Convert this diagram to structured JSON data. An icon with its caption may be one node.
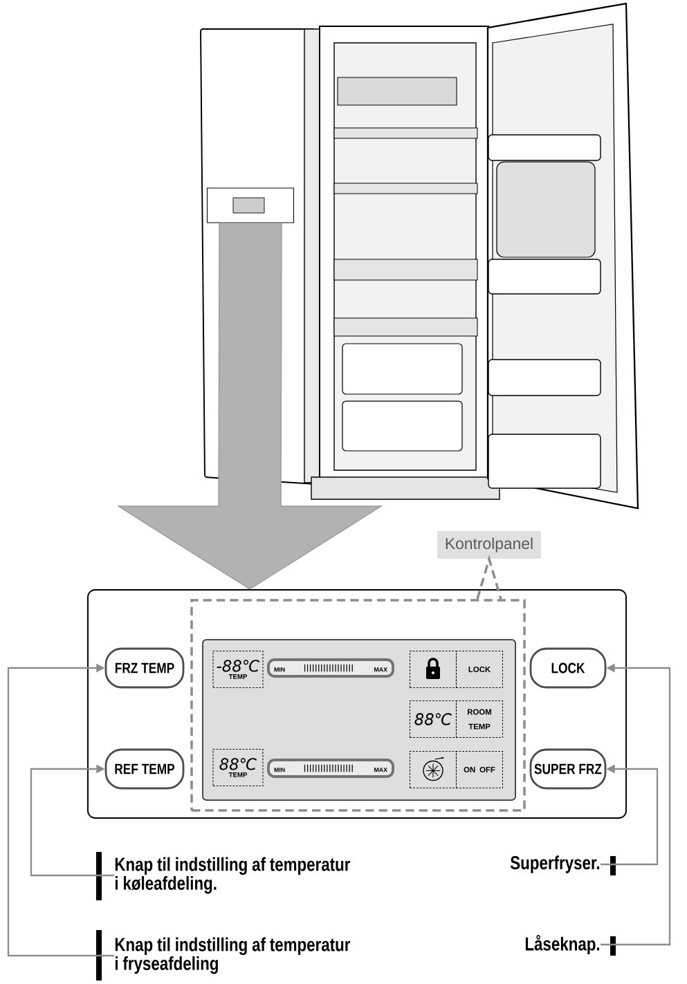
{
  "diagram": {
    "nodes": [
      {
        "text": [],
        "shape": "picture"
      },
      {
        "text": [],
        "shape": "box",
        "in": 0
      },
      {
        "text": [
          "Kontrolpanel"
        ]
      },
      {
        "text": [],
        "shape": "box"
      },
      {
        "text": [],
        "shape": "box",
        "in": 3
      },
      {
        "text": [],
        "shape": "box",
        "in": 4
      },
      {
        "text": [
          "-88℃",
          "TEMP"
        ],
        "in": 5
      },
      {
        "text": [
          "MIN",
          "MAX"
        ],
        "in": 5
      },
      {
        "text": [],
        "shape": "box",
        "in": 5
      },
      {
        "text": [
          "LOCK"
        ],
        "in": 5
      },
      {
        "text": [
          "88℃"
        ],
        "in": 5
      },
      {
        "text": [
          "ROOM TEMP"
        ],
        "in": 5
      },
      {
        "text": [
          "88℃",
          "TEMP"
        ],
        "in": 5
      },
      {
        "text": [
          "MIN",
          "MAX"
        ],
        "in": 5
      },
      {
        "text": [],
        "shape": "box",
        "in": 5
      },
      {
        "text": [
          "ON OFF"
        ],
        "in": 5
      },
      {
        "text": [
          "FRZ TEMP"
        ],
        "in": 3
      },
      {
        "text": [
          "REF TEMP"
        ],
        "in": 3
      },
      {
        "text": [
          "LOCK"
        ],
        "in": 3
      },
      {
        "text": [
          "SUPER FRZ"
        ],
        "in": 3
      },
      {
        "text": [
          "Knap til indstilling af temperatur i køleafdeling."
        ]
      },
      {
        "text": [
          "Superfryser."
        ]
      },
      {
        "text": [
          "Knap til indstilling af temperatur i fryseafdeling"
        ]
      },
      {
        "text": [
          "Låseknap."
        ]
      }
    ],
    "edges": [
      {
        "from": 1,
        "to": 3,
        "arrow": "to",
        "style": "thick"
      },
      {
        "from": 2,
        "to": 4,
        "arrow": "none",
        "style": "dashed"
      },
      {
        "from": 22,
        "to": 16,
        "arrow": "to"
      },
      {
        "from": 20,
        "to": 17,
        "arrow": "to"
      },
      {
        "from": 23,
        "to": 18,
        "arrow": "to"
      },
      {
        "from": 21,
        "to": 19,
        "arrow": "to"
      }
    ]
  }
}
